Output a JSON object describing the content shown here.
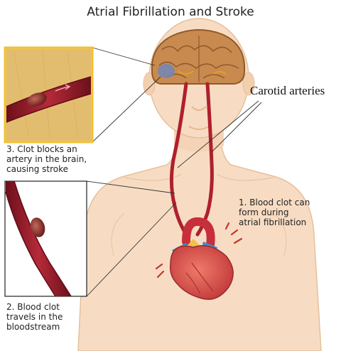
{
  "title": "Atrial Fibrillation and Stroke",
  "labels": {
    "carotid": "Carotid arteries",
    "step1": "1. Blood clot can\nform during\natrial fibrillation",
    "step2": "2. Blood clot\ntravels in the\nbloodstream",
    "step3": "3. Clot blocks an\nartery in the brain,\ncausing stroke"
  },
  "colors": {
    "skin": "#f7dcc3",
    "skin_outline": "#e6bf9c",
    "artery": "#b01f2c",
    "vessel": "#8f1826",
    "clot": "#8a2a2a",
    "heart": "#d9534f",
    "aorta_blue": "#3a8fd0",
    "brain": "#c98a4f",
    "inset_border_gold": "#f2c230",
    "inset_bg": "#e9c87e"
  }
}
